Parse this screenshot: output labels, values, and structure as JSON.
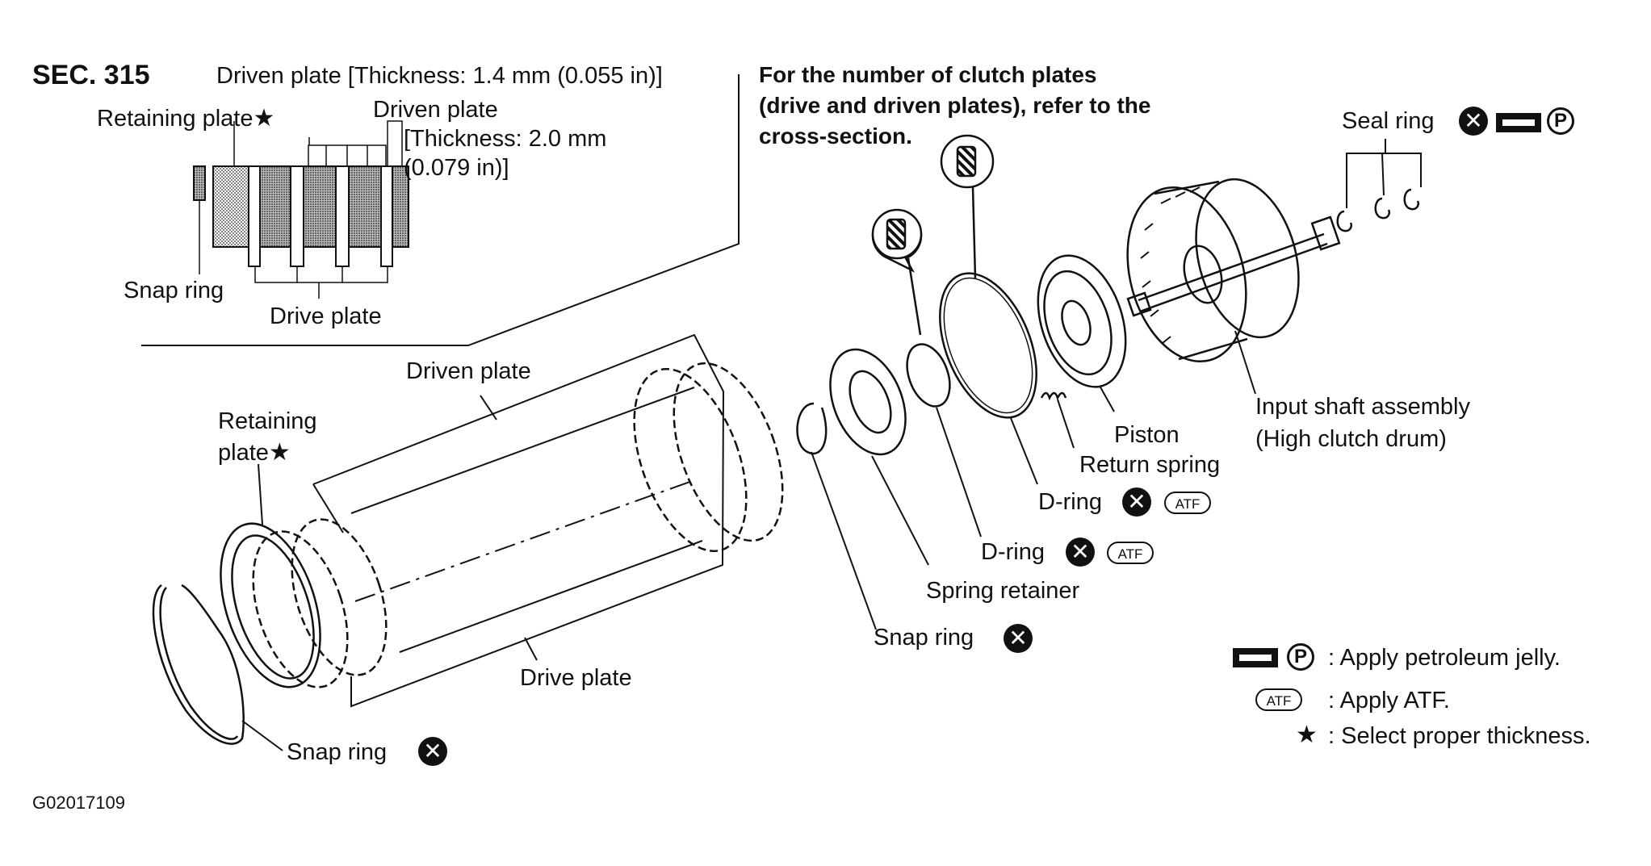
{
  "header": {
    "section": "SEC. 315",
    "note_lines": [
      "For the number of clutch plates",
      "(drive and driven plates), refer to the",
      "cross-section."
    ]
  },
  "inset": {
    "driven_plate_thin": "Driven plate [Thickness: 1.4 mm (0.055 in)]",
    "retaining_plate": "Retaining plate",
    "driven_plate_thick_1": "Driven plate",
    "driven_plate_thick_2": "[Thickness: 2.0 mm",
    "driven_plate_thick_3": "(0.079 in)]",
    "snap_ring": "Snap ring",
    "drive_plate": "Drive plate"
  },
  "parts": {
    "driven_plate": "Driven plate",
    "retaining_plate_1": "Retaining",
    "retaining_plate_2": "plate",
    "drive_plate": "Drive plate",
    "snap_ring_bottom": "Snap ring",
    "snap_ring_mid": "Snap ring",
    "spring_retainer": "Spring retainer",
    "d_ring_inner": "D-ring",
    "d_ring_outer": "D-ring",
    "return_spring": "Return spring",
    "piston": "Piston",
    "input_shaft_1": "Input shaft assembly",
    "input_shaft_2": "(High clutch drum)",
    "seal_ring": "Seal ring"
  },
  "legend": {
    "petroleum": ": Apply petroleum jelly.",
    "atf": ": Apply ATF.",
    "thickness": ": Select proper thickness."
  },
  "icons": {
    "atf_text": "ATF",
    "p_text": "P",
    "x_glyph": "✕",
    "star_glyph": "★"
  },
  "footer": {
    "figure_id": "G02017109"
  }
}
